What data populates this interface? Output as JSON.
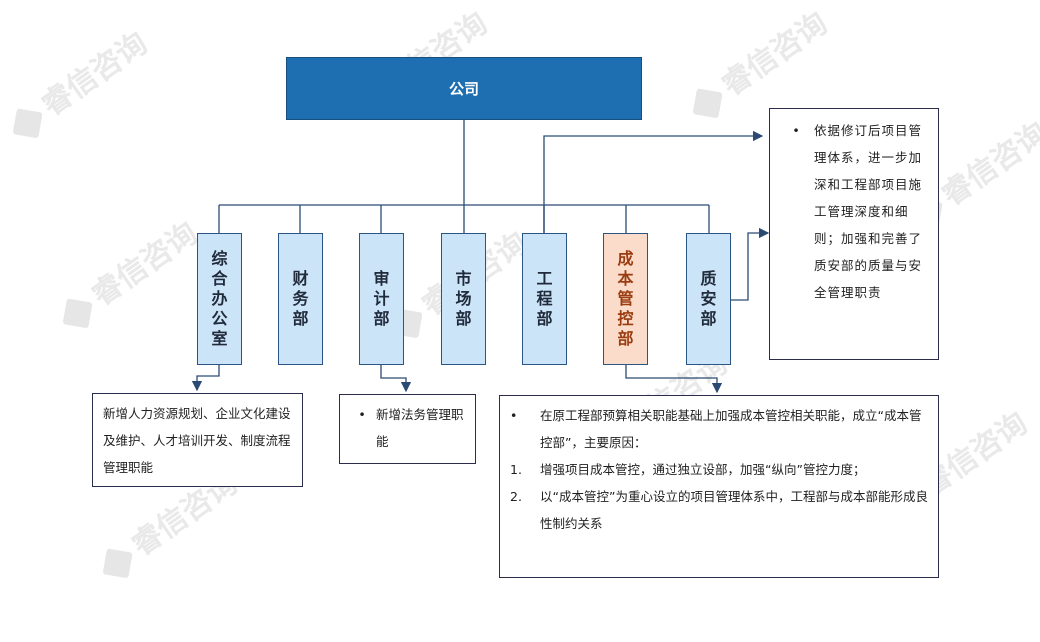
{
  "watermark": "睿信咨询",
  "company": "公司",
  "departments": [
    {
      "label": "综合办公室",
      "highlight": false
    },
    {
      "label": "财务部",
      "highlight": false
    },
    {
      "label": "审计部",
      "highlight": false
    },
    {
      "label": "市场部",
      "highlight": false
    },
    {
      "label": "工程部",
      "highlight": false
    },
    {
      "label": "成本管控部",
      "highlight": true
    },
    {
      "label": "质安部",
      "highlight": false
    }
  ],
  "notes": {
    "admin": "新增人力资源规划、企业文化建设及维护、人才培训开发、制度流程管理职能",
    "audit": {
      "bullet": "•",
      "text": "新增法务管理职能"
    },
    "safety": {
      "bullet": "•",
      "text": "依据修订后项目管理体系，进一步加深和工程部项目施工管理深度和细则；加强和完善了质安部的质量与安全管理职责"
    },
    "cost": {
      "bullet": "•",
      "intro": "在原工程部预算相关职能基础上加强成本管控相关职能，成立“成本管控部”，主要原因：",
      "items": [
        {
          "num": "1.",
          "text": "增强项目成本管控，通过独立设部，加强“纵向”管控力度；"
        },
        {
          "num": "2.",
          "text": "以“成本管控”为重心设立的项目管理体系中，工程部与成本部能形成良性制约关系"
        }
      ]
    }
  },
  "colors": {
    "company_fill": "#1d6fb1",
    "dept_fill": "#cce4f7",
    "highlight_fill": "#fbdccb",
    "line": "#2b4a73"
  }
}
